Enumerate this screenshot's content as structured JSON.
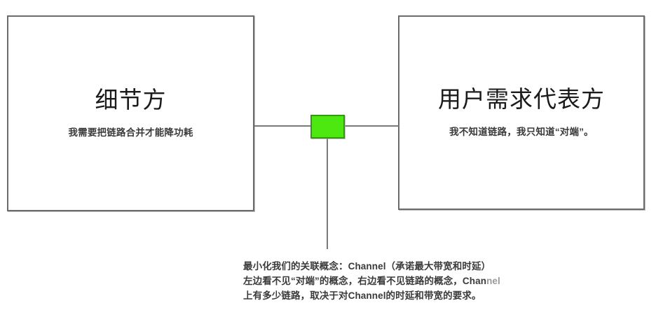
{
  "diagram": {
    "type": "two-party-connector-diagram",
    "background_color": "#ffffff",
    "border_color": "#6b6b6b",
    "line_color": "#7a7a7a",
    "accent_color": "#4de810",
    "accent_border_color": "#2f9c0a"
  },
  "nodes": {
    "left": {
      "title": "细节方",
      "subtitle": "我需要把链路合并才能降功耗"
    },
    "right": {
      "title": "用户需求代表方",
      "subtitle": "我不知道链路，我只知道“对端”。"
    },
    "connector": {
      "label": "",
      "color": "#4de810"
    }
  },
  "caption": {
    "lines": [
      "最小化我们的关联概念：Channel（承诺最大带宽和时延）",
      "左边看不见“对端”的概念，右边看不见链路的概念，Channel",
      "上有多少链路，取决于对Channel的时延和带宽的要求。"
    ],
    "line2_head": "左边看不见“对端”的概念，右边看不见链路的概念，Chan",
    "line2_tail": "nel"
  }
}
